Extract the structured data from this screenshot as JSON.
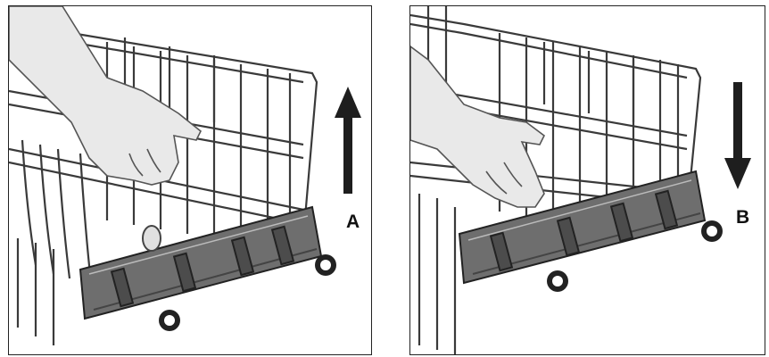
{
  "panels": [
    {
      "id": "A",
      "label": "A",
      "direction": "up"
    },
    {
      "id": "B",
      "label": "B",
      "direction": "down"
    }
  ],
  "colors": {
    "line": "#2b2b2b",
    "rail": "#555555",
    "skin": "#e9e9e9",
    "arrow": "#1e1e1e"
  }
}
